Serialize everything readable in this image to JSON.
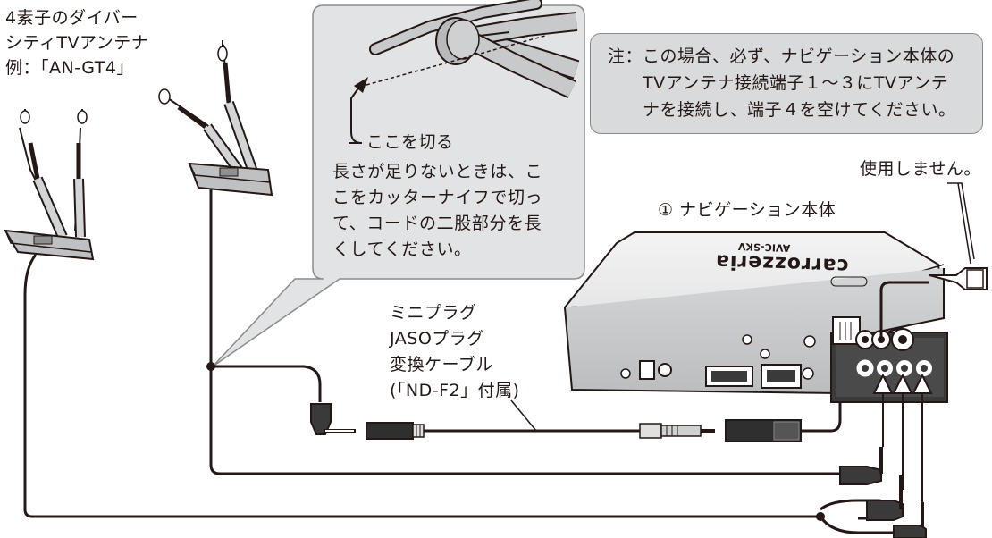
{
  "antenna_label": [
    "4素子のダイバー",
    "シティTVアンテナ",
    "例：「AN-GT4」"
  ],
  "cut_label": "ここを切る",
  "bubble_text": [
    "長さが足りないときは、こ",
    "こをカッターナイフで切っ",
    "て、コードの二股部分を長",
    "くしてください。"
  ],
  "note": {
    "prefix": "注：",
    "lines": [
      "この場合、必ず、ナビゲーション本体の",
      "TVアンテナ接続端子１～３にTVアンテ",
      "ナを接続し、端子４を空けてください。"
    ]
  },
  "unused_label": "使用しません。",
  "unit_label": "① ナビゲーション本体",
  "adapter_label": [
    "ミニプラグ",
    "JASOプラグ",
    "変換ケーブル",
    "(「ND-F2」付属)"
  ],
  "device_text": {
    "brand": "carrozzeria",
    "model": "AVIC-SKV"
  },
  "colors": {
    "note_bg": "#d9dadb",
    "bubble_bg": "#e2e3e4",
    "device_body": "#e6e7e8",
    "device_panel": "#c8c9ca",
    "plug_dark": "#3a3a3a",
    "line": "#231815"
  }
}
